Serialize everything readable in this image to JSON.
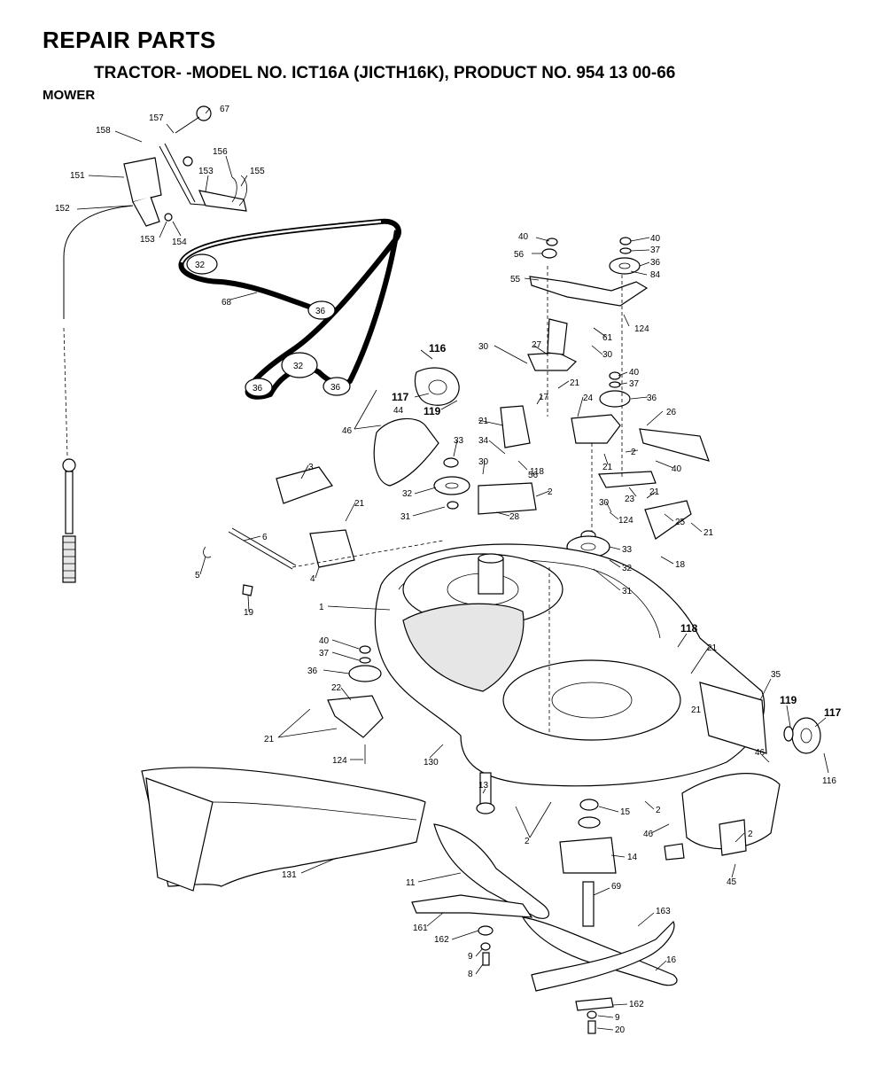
{
  "header": {
    "title": "REPAIR PARTS",
    "subtitle": "TRACTOR- -MODEL NO. ICT16A (JICTH16K), PRODUCT NO. 954 13 00-66",
    "section": "MOWER"
  },
  "callouts": [
    "67",
    "157",
    "158",
    "156",
    "151",
    "153",
    "155",
    "152",
    "153",
    "154",
    "32",
    "68",
    "36",
    "32",
    "36",
    "36",
    "40",
    "56",
    "40",
    "37",
    "36",
    "84",
    "55",
    "61",
    "124",
    "116",
    "30",
    "27",
    "30",
    "40",
    "37",
    "36",
    "117",
    "119",
    "17",
    "21",
    "24",
    "26",
    "46",
    "44",
    "21",
    "33",
    "34",
    "118",
    "30",
    "56",
    "2",
    "21",
    "40",
    "2",
    "23",
    "21",
    "3",
    "32",
    "31",
    "28",
    "21",
    "30",
    "124",
    "25",
    "21",
    "6",
    "5",
    "4",
    "19",
    "33",
    "32",
    "18",
    "31",
    "1",
    "118",
    "21",
    "40",
    "37",
    "36",
    "35",
    "119",
    "117",
    "22",
    "21",
    "21",
    "124",
    "130",
    "46",
    "116",
    "13",
    "15",
    "2",
    "2",
    "46",
    "2",
    "14",
    "131",
    "11",
    "69",
    "45",
    "163",
    "161",
    "162",
    "9",
    "16",
    "8",
    "162",
    "9",
    "20"
  ]
}
